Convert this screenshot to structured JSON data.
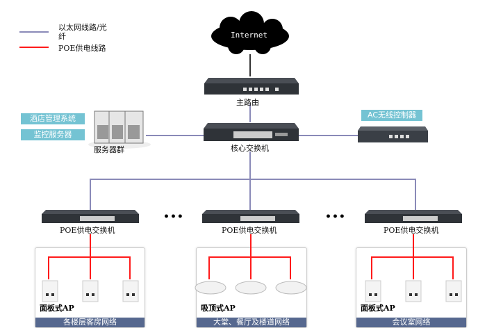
{
  "legend": [
    {
      "label": "以太网线路/光纤",
      "color": "#8a8ab8"
    },
    {
      "label": "POE供电线路",
      "color": "#ff1a1a"
    }
  ],
  "internet": {
    "label": "Internet"
  },
  "router": {
    "label": "主路由"
  },
  "core_switch": {
    "label": "核心交换机"
  },
  "servers": {
    "label": "服务器群",
    "tags": [
      "酒店管理系统",
      "监控服务器"
    ]
  },
  "ac_controller": {
    "label": "AC无线控制器"
  },
  "ellipsis": "•••",
  "groups": [
    {
      "switch_label": "POE供电交换机",
      "ap_label": "面板式AP",
      "network": "各楼层客房网络",
      "ap_type": "panel"
    },
    {
      "switch_label": "POE供电交换机",
      "ap_label": "吸顶式AP",
      "network": "大堂、餐厅及楼道网络",
      "ap_type": "ceiling"
    },
    {
      "switch_label": "POE供电交换机",
      "ap_label": "面板式AP",
      "network": "会议室网络",
      "ap_type": "panel"
    }
  ],
  "colors": {
    "ethernet": "#8a8ab8",
    "poe": "#ff1a1a",
    "device": "#2f3338",
    "tag": "#74c3d3",
    "bar": "#56688f"
  }
}
